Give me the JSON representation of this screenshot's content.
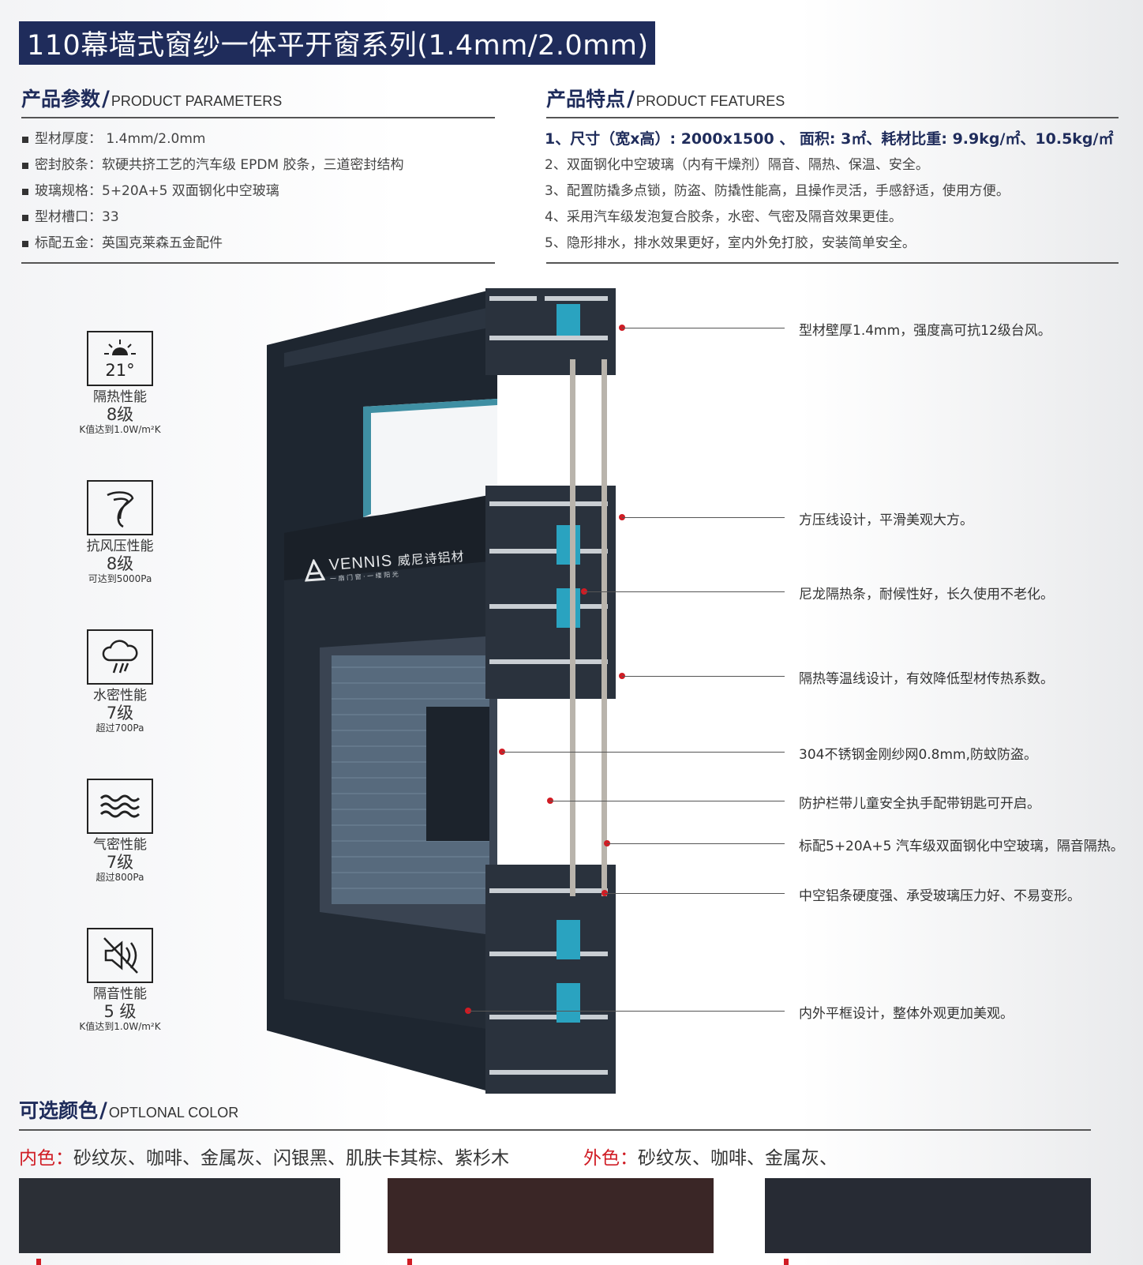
{
  "title": "110幕墙式窗纱一体平开窗系列(1.4mm/2.0mm)",
  "parameters": {
    "title_cn": "产品参数",
    "title_en": "PRODUCT PARAMETERS",
    "items": [
      "型材厚度： 1.4mm/2.0mm",
      "密封胶条：软硬共挤工艺的汽车级 EPDM 胶条，三道密封结构",
      "玻璃规格：5+20A+5 双面钢化中空玻璃",
      "型材槽口：33",
      "标配五金：英国克莱森五金配件"
    ]
  },
  "features": {
    "title_cn": "产品特点",
    "title_en": "PRODUCT FEATURES",
    "items": [
      "1、尺寸（宽x高）: 2000x1500 、 面积: 3㎡、耗材比重: 9.9kg/㎡、10.5kg/㎡",
      "2、双面钢化中空玻璃（内有干燥剂）隔音、隔热、保温、安全。",
      "3、配置防撬多点锁，防盗、防撬性能高，且操作灵活，手感舒适，使用方便。",
      "4、采用汽车级发泡复合胶条，水密、气密及隔音效果更佳。",
      "5、隐形排水，排水效果更好，室内外免打胶，安装简单安全。"
    ]
  },
  "performance": [
    {
      "icon": "sun-temperature-icon",
      "icon_text": "21°",
      "label": "隔热性能",
      "level": "8级",
      "note": "K值达到1.0W/m²K"
    },
    {
      "icon": "wind-icon",
      "icon_text": "",
      "label": "抗风压性能",
      "level": "8级",
      "note": "可达到5000Pa"
    },
    {
      "icon": "rain-cloud-icon",
      "icon_text": "",
      "label": "水密性能",
      "level": "7级",
      "note": "超过700Pa"
    },
    {
      "icon": "air-wave-icon",
      "icon_text": "",
      "label": "气密性能",
      "level": "7级",
      "note": "超过800Pa"
    },
    {
      "icon": "mute-speaker-icon",
      "icon_text": "",
      "label": "隔音性能",
      "level": "5 级",
      "note": "K值达到1.0W/m²K"
    }
  ],
  "brand": {
    "name": "VENNIS",
    "name_cn": "威尼诗铝材",
    "slogan": "一 扇 门 窗 · 一 缕 阳 光"
  },
  "callouts": [
    "型材壁厚1.4mm，强度高可抗12级台风。",
    "方压线设计，平滑美观大方。",
    "尼龙隔热条，耐候性好，长久使用不老化。",
    "隔热等温线设计，有效降低型材传热系数。",
    "304不锈钢金刚纱网0.8mm,防蚊防盗。",
    "防护栏带儿童安全执手配带钥匙可开启。",
    "标配5+20A+5 汽车级双面钢化中空玻璃，隔音隔热。",
    "中空铝条硬度强、承受玻璃压力好、不易变形。",
    "内外平框设计，整体外观更加美观。"
  ],
  "colors": {
    "title_cn": "可选颜色",
    "title_en": "OPTLONAL COLOR",
    "inner_label": "内色：",
    "inner_list": "砂纹灰、咖啡、金属灰、闪银黑、肌肤卡其棕、紫杉木",
    "outer_label": "外色：",
    "outer_list": "砂纹灰、咖啡、金属灰、",
    "swatches": [
      "#2b2f36",
      "#3a2626",
      "#272b34"
    ],
    "accent": "#d01c24",
    "navy": "#1f2c5b"
  }
}
